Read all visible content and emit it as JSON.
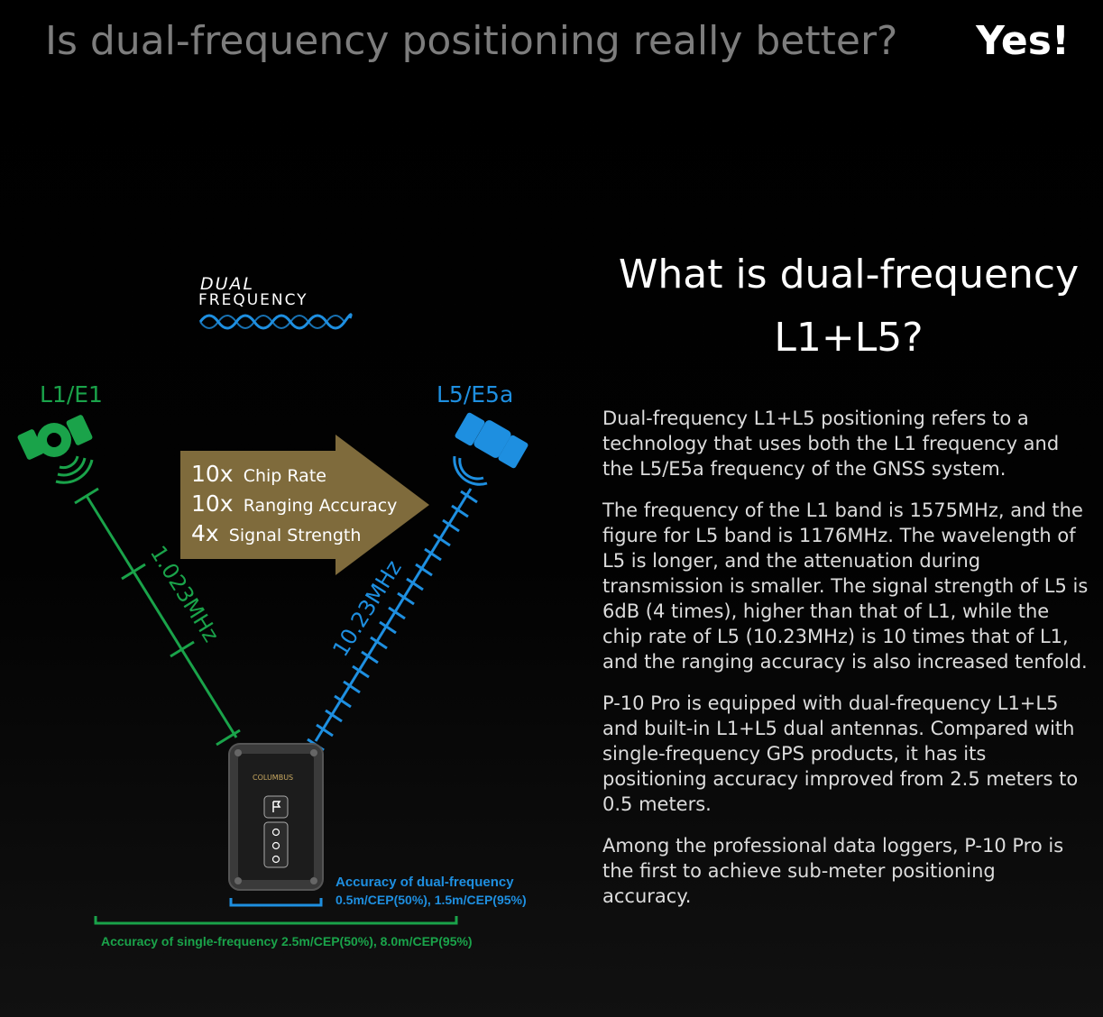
{
  "headline": {
    "question": "Is dual-frequency positioning really better?",
    "answer": "Yes!"
  },
  "logo": {
    "line1": "DUAL",
    "line2": "FREQUENCY"
  },
  "diagram": {
    "left_signal_label": "L1/E1",
    "right_signal_label": "L5/E5a",
    "left_frequency": "1.023MHz",
    "right_frequency": "10.23MHz",
    "arrow_lines": [
      {
        "multiplier": "10x",
        "text": "Chip Rate"
      },
      {
        "multiplier": "10x",
        "text": "Ranging Accuracy"
      },
      {
        "multiplier": "4x",
        "text": "Signal Strength"
      }
    ],
    "device_brand": "COLUMBUS",
    "dual_accuracy_title": "Accuracy of dual-frequency",
    "dual_accuracy_values": "0.5m/CEP(50%), 1.5m/CEP(95%)",
    "single_accuracy": "Accuracy of single-frequency 2.5m/CEP(50%), 8.0m/CEP(95%)",
    "colors": {
      "l1": "#1aa34a",
      "l5": "#1e8fe0",
      "arrow": "#7f6b3c"
    }
  },
  "section": {
    "heading_line1": "What is dual-frequency",
    "heading_line2": "L1+L5?",
    "paragraphs": [
      "Dual-frequency L1+L5 positioning refers to a technology that uses both the L1 frequency and the L5/E5a frequency of the GNSS system.",
      "The frequency of the L1 band is 1575MHz, and the figure for L5 band is 1176MHz. The wavelength of L5 is longer, and the attenuation during transmission is smaller. The signal strength of L5 is 6dB (4 times), higher than that of L1, while the chip rate of L5 (10.23MHz) is 10 times that of L1, and the ranging accuracy is also increased tenfold.",
      "P-10 Pro is equipped with dual-frequency L1+L5 and built-in L1+L5 dual antennas. Compared with single-frequency GPS products, it has its positioning accuracy improved from 2.5 meters to 0.5 meters.",
      "Among the professional data loggers, P-10 Pro is the first to achieve sub-meter positioning accuracy."
    ]
  }
}
